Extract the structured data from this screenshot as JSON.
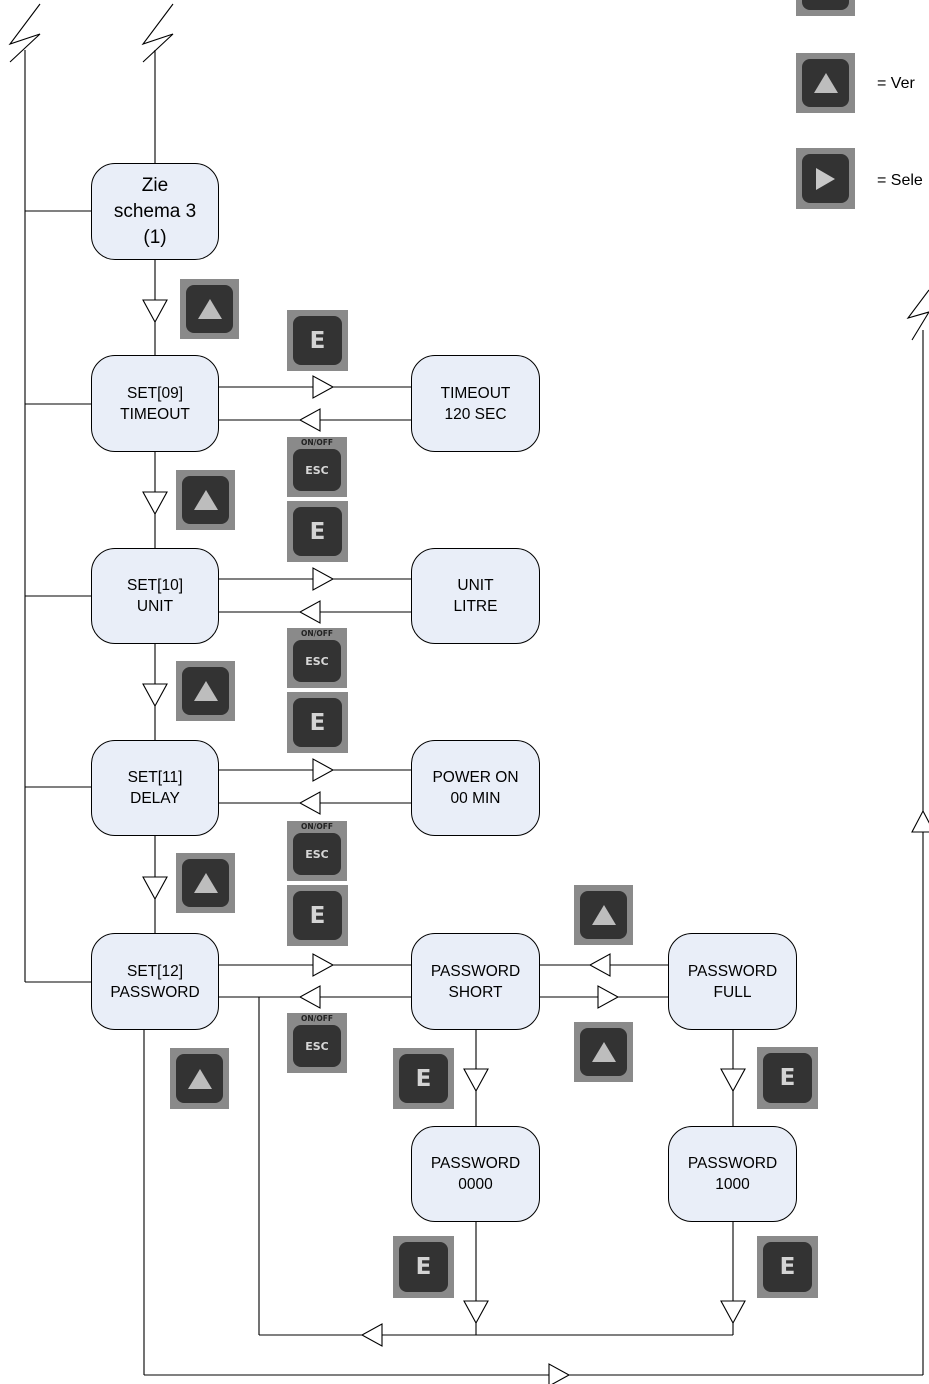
{
  "nodes": {
    "schema3": "Zie\nschema 3\n(1)",
    "set09": "SET[09]\nTIMEOUT",
    "timeout": "TIMEOUT\n120 SEC",
    "set10": "SET[10]\nUNIT",
    "unit": "UNIT\nLITRE",
    "set11": "SET[11]\nDELAY",
    "poweron": "POWER ON\n00 MIN",
    "set12": "SET[12]\nPASSWORD",
    "pw_short": "PASSWORD\nSHORT",
    "pw_full": "PASSWORD\nFULL",
    "pw_0000": "PASSWORD\n0000",
    "pw_1000": "PASSWORD\n1000"
  },
  "keys": {
    "up_icon": "up-arrow-key-icon",
    "right_icon": "right-arrow-key-icon",
    "e_label": "E",
    "esc_top_label": "ON/OFF",
    "esc_label": "ESC"
  },
  "legend": {
    "up_text": "= Ver",
    "right_text": "= Sele"
  },
  "colors": {
    "node_fill": "#e9eef8",
    "key_face": "#333333",
    "key_border": "#8a8a8a"
  }
}
